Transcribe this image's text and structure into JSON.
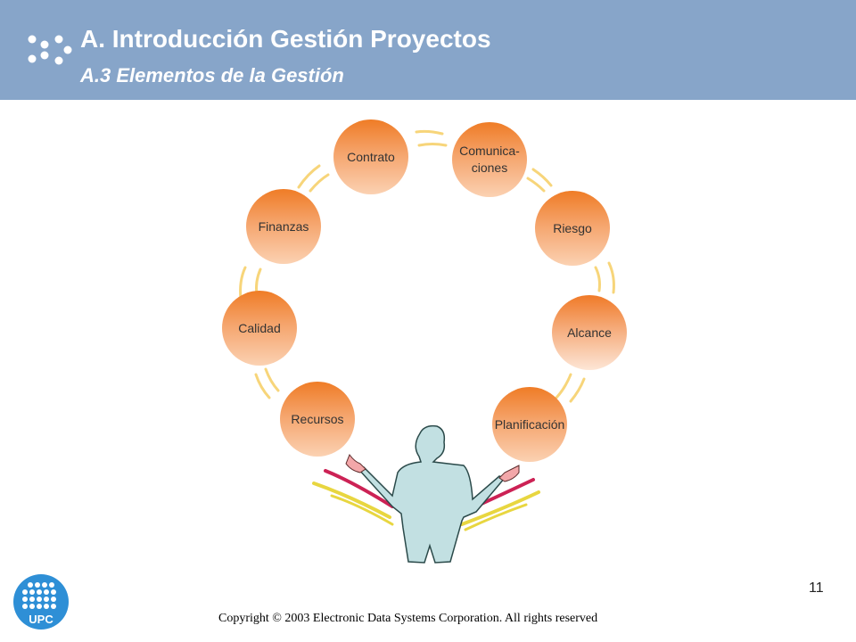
{
  "header": {
    "title": "A. Introducción Gestión Proyectos",
    "subtitle": "A.3 Elementos de la Gestión",
    "bg_color": "#87a5c9",
    "dots_icon": "dots-pattern-icon"
  },
  "diagram": {
    "elements": [
      {
        "label": "Contrato"
      },
      {
        "label": "Comunica-\nciones"
      },
      {
        "label": "Riesgo"
      },
      {
        "label": "Alcance"
      },
      {
        "label": "Planificación"
      },
      {
        "label": "Recursos"
      },
      {
        "label": "Calidad"
      },
      {
        "label": "Finanzas"
      }
    ],
    "accent_color": "#ef7c26",
    "figure": "juggling-person-icon"
  },
  "footer": {
    "page_number": "11",
    "copyright": "Copyright © 2003 Electronic Data Systems Corporation. All rights reserved",
    "logo_text": "UPC",
    "logo_color": "#2e8fd6"
  }
}
